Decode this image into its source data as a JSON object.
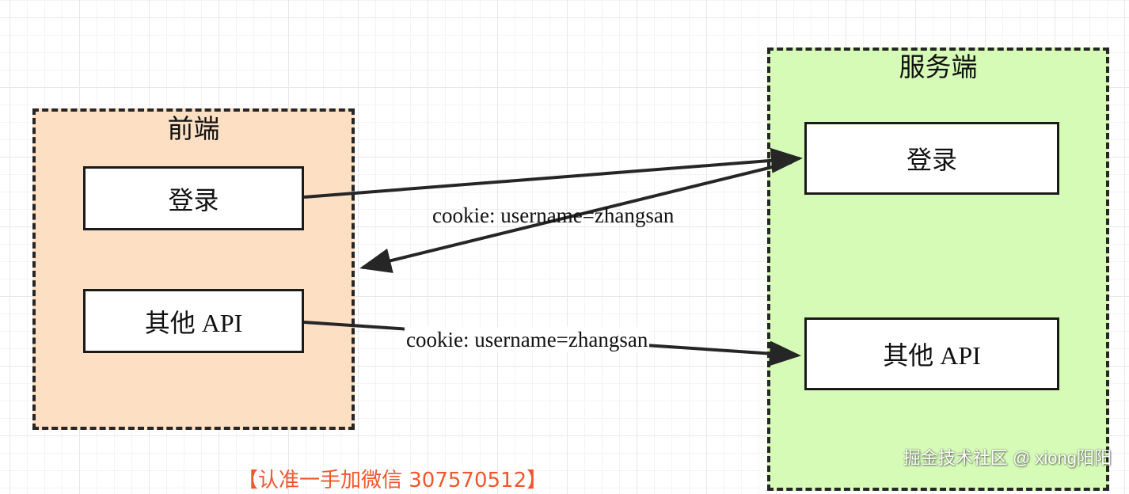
{
  "frontend": {
    "title": "前端",
    "login_box": "登录",
    "api_box": "其他 API"
  },
  "server": {
    "title": "服务端",
    "login_box": "登录",
    "api_box": "其他 API"
  },
  "edges": {
    "login_response_label": "cookie: username=zhangsan",
    "api_request_label": "cookie: username=zhangsan"
  },
  "watermark": "掘金技术社区 @ xiong阳阳",
  "promo": "【认准一手加微信 307570512】",
  "colors": {
    "frontend_fill": "#fde0c4",
    "server_fill": "#d6fbb7",
    "border": "#262626",
    "promo_text": "#f0562c"
  }
}
